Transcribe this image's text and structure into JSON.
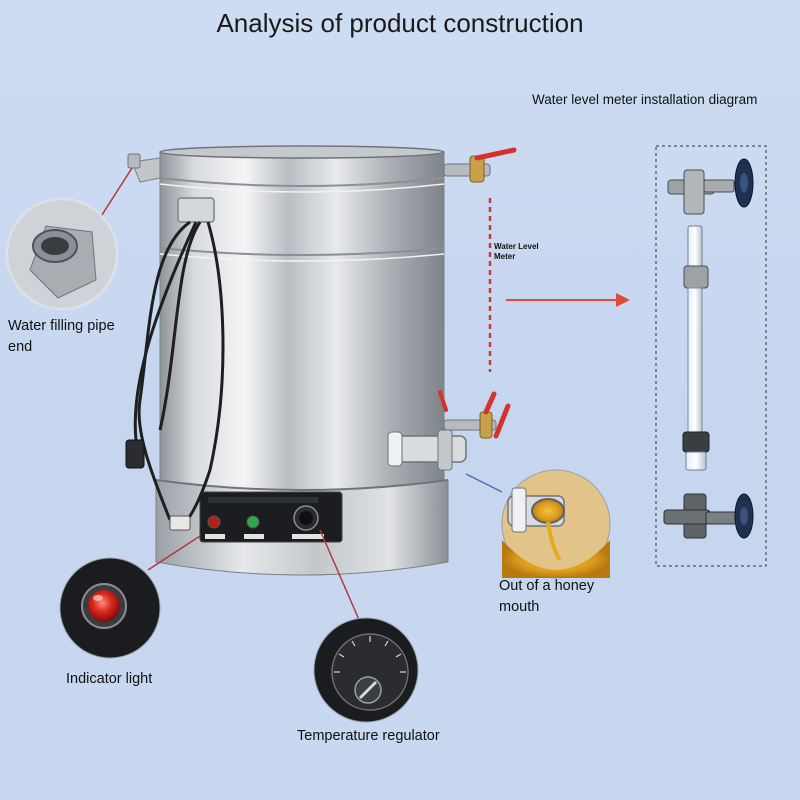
{
  "title": "Analysis of product construction",
  "meter_diagram": {
    "title": "Water level meter installation diagram"
  },
  "callouts": {
    "water_filling_pipe": "Water filling pipe end",
    "water_level_meter": "Water Level Meter",
    "honey_mouth": "Out of a honey mouth",
    "indicator_light": "Indicator light",
    "temperature_regulator": "Temperature regulator"
  },
  "colors": {
    "background": "#c9d8f0",
    "steel": "#c9ccd0",
    "valve_red": "#d2332c",
    "callout_line": "#b03a3a",
    "arrow": "#e04a3a",
    "meter_valve_handle": "#1f3150"
  }
}
